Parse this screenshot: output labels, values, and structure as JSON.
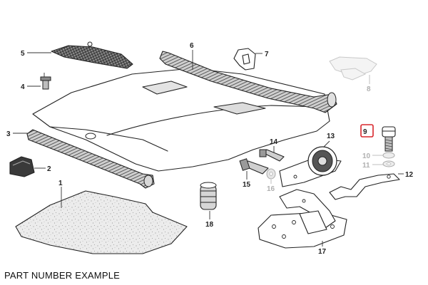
{
  "caption": "PART NUMBER EXAMPLE",
  "highlight_color": "#d9262c",
  "highlighted_label": "9",
  "parts": [
    {
      "label": "1",
      "dimmed": false
    },
    {
      "label": "2",
      "dimmed": false
    },
    {
      "label": "3",
      "dimmed": false
    },
    {
      "label": "4",
      "dimmed": false
    },
    {
      "label": "5",
      "dimmed": false
    },
    {
      "label": "6",
      "dimmed": false
    },
    {
      "label": "7",
      "dimmed": false
    },
    {
      "label": "8",
      "dimmed": true
    },
    {
      "label": "9",
      "dimmed": false
    },
    {
      "label": "10",
      "dimmed": true
    },
    {
      "label": "11",
      "dimmed": true
    },
    {
      "label": "12",
      "dimmed": false
    },
    {
      "label": "13",
      "dimmed": false
    },
    {
      "label": "14",
      "dimmed": false
    },
    {
      "label": "15",
      "dimmed": false
    },
    {
      "label": "16",
      "dimmed": true
    },
    {
      "label": "17",
      "dimmed": false
    },
    {
      "label": "18",
      "dimmed": false
    }
  ]
}
